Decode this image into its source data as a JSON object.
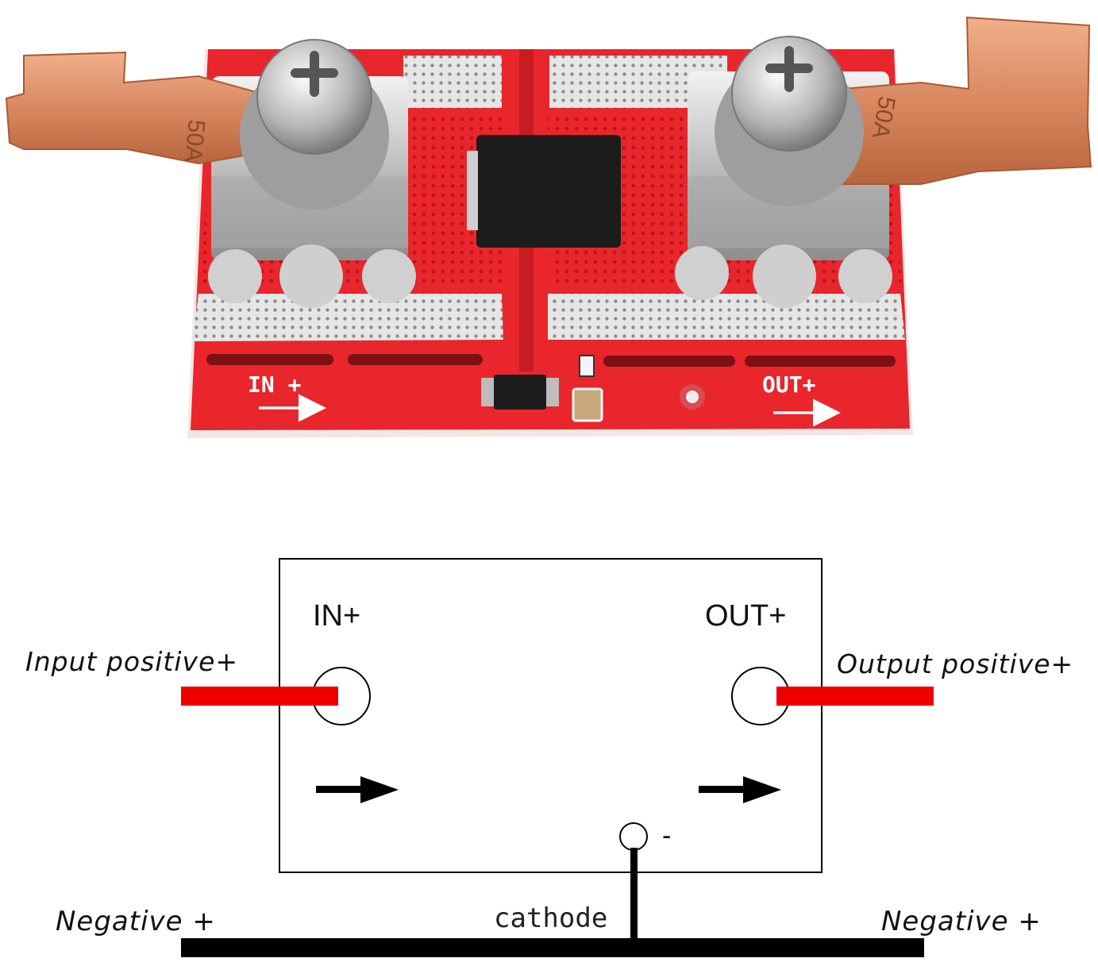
{
  "photo": {
    "board_in_label": "IN +",
    "board_out_label": "OUT+",
    "lug_left_text": "50A",
    "lug_right_text": "50A",
    "colors": {
      "pcb": "#e8262c",
      "copper": "#d98860",
      "silver": "#c9c9c9",
      "chip": "#1c1c1c"
    }
  },
  "schematic": {
    "in_label": "IN+",
    "out_label": "OUT+",
    "input_label": "Input positive+",
    "output_label": "Output positive+",
    "minus_label": "-",
    "cathode_label": "cathode",
    "negative_left_label": "Negative +",
    "negative_right_label": "Negative +",
    "colors": {
      "wire": "#ee0000",
      "line": "#000000"
    }
  }
}
